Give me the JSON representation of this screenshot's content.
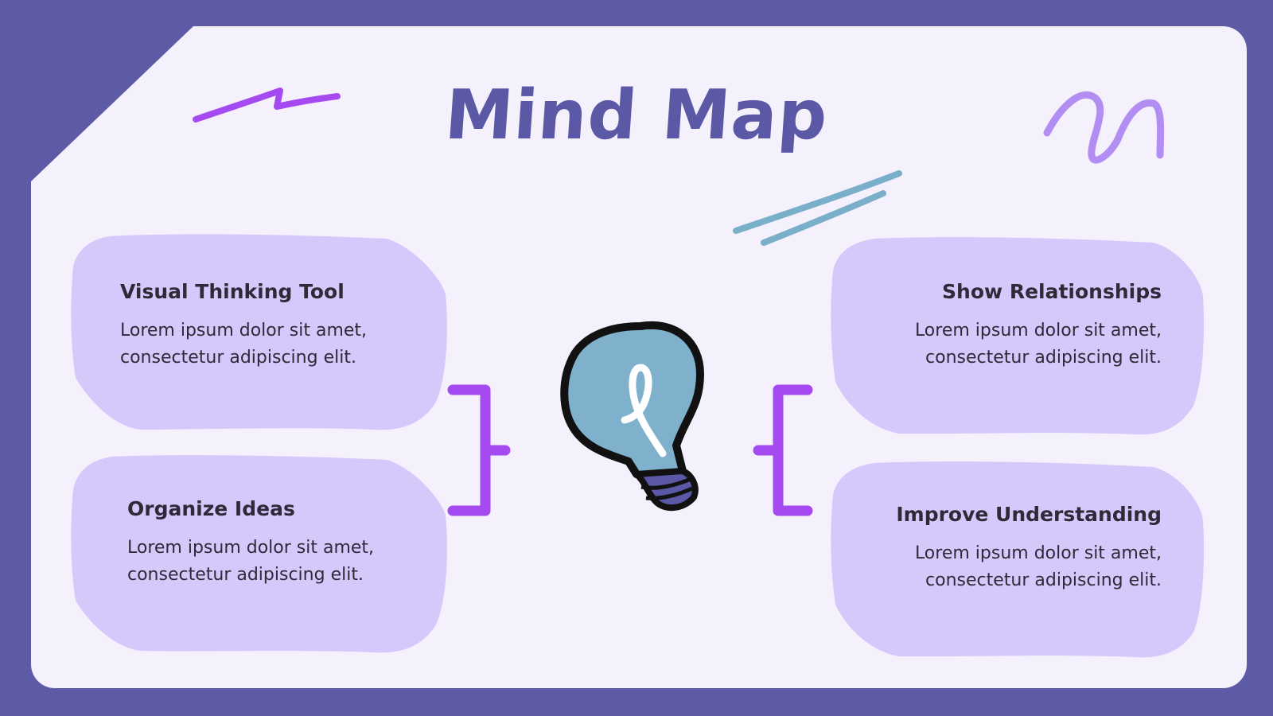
{
  "slide": {
    "title": "Mind Map",
    "colors": {
      "frame": "#5e5ba6",
      "card": "#f4f1fd",
      "bubble": "#d7c8fb",
      "bracket": "#a549f0",
      "title": "#5b58a6",
      "bulb": "#80b1cc",
      "scribble_blue": "#79afc8"
    }
  },
  "nodes": [
    {
      "heading": "Visual Thinking Tool",
      "line1": "Lorem ipsum dolor sit amet,",
      "line2": "consectetur adipiscing elit."
    },
    {
      "heading": "Organize Ideas",
      "line1": "Lorem ipsum dolor sit amet,",
      "line2": "consectetur adipiscing elit."
    },
    {
      "heading": "Show Relationships",
      "line1": "Lorem ipsum dolor sit amet,",
      "line2": "consectetur adipiscing elit."
    },
    {
      "heading": "Improve Understanding",
      "line1": "Lorem ipsum dolor sit amet,",
      "line2": "consectetur adipiscing elit."
    }
  ],
  "center": {
    "icon": "lightbulb-icon"
  }
}
